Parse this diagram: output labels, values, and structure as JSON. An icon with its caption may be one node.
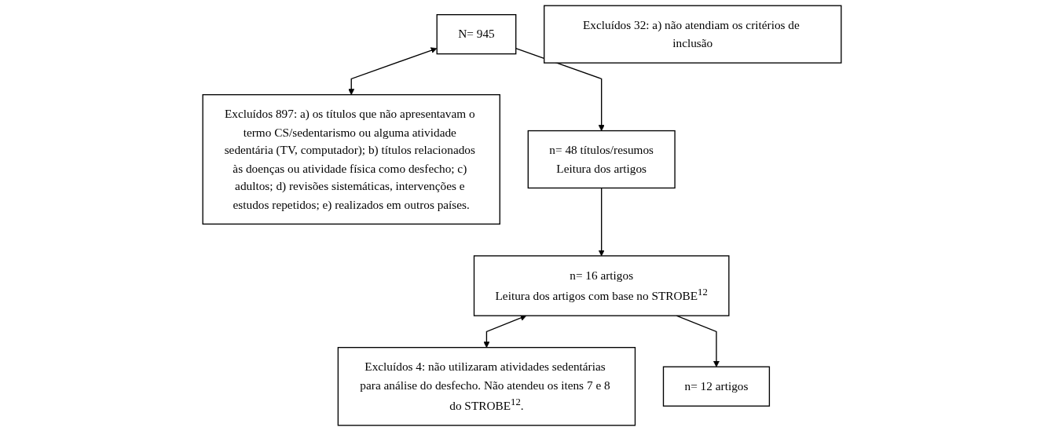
{
  "diagram": {
    "nodes": [
      {
        "text": [
          "N= 945"
        ]
      },
      {
        "text": [
          "Excluídos 897: a) os títulos que não apresentavam o termo CS/sedentarismo ou alguma atividade sedentária (TV, computador); b) títulos relacionados às doenças ou atividade física como desfecho; c) adultos; d) revisões sistemáticas, intervenções e estudos repetidos; e) realizados em outros países."
        ]
      },
      {
        "text": [
          "Excluídos 32: a) não atendiam os critérios de inclusão"
        ]
      },
      {
        "text": [
          "n= 48 títulos/resumos",
          "Leitura dos artigos"
        ]
      },
      {
        "text": [
          "n= 16 artigos",
          "Leitura dos artigos com base no STROBE$^{12}$"
        ]
      },
      {
        "text": [
          "Excluídos 4: não utilizaram atividades sedentárias para análise do desfecho. Não atendeu os itens 7 e 8 do STROBE$^{12}$."
        ]
      },
      {
        "text": [
          "n= 12 artigos"
        ]
      }
    ],
    "edges": [
      {
        "from": 0,
        "to": 1,
        "arrow": "both"
      },
      {
        "from": 0,
        "to": 3,
        "arrow": "to"
      },
      {
        "from": 3,
        "to": 4,
        "arrow": "to"
      },
      {
        "from": 4,
        "to": 5,
        "arrow": "both"
      },
      {
        "from": 4,
        "to": 6,
        "arrow": "to"
      }
    ]
  }
}
